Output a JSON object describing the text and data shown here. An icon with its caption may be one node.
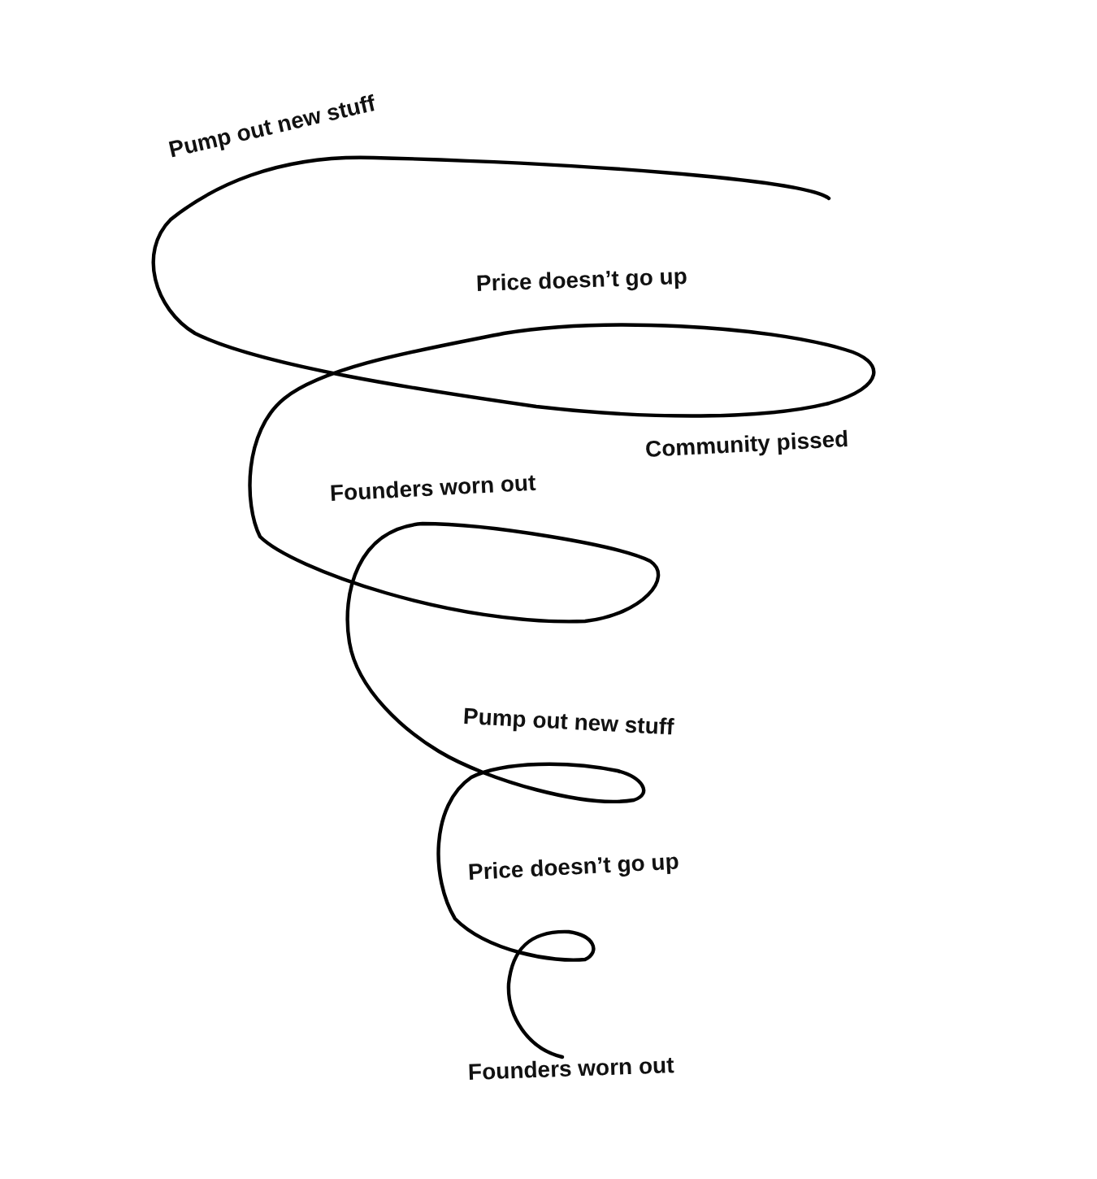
{
  "diagram": {
    "labels": [
      "Pump out new stuff",
      "Price doesn’t go up",
      "Community pissed",
      "Founders worn out",
      "Pump out new stuff",
      "Price doesn’t go up",
      "Founders worn out"
    ]
  }
}
